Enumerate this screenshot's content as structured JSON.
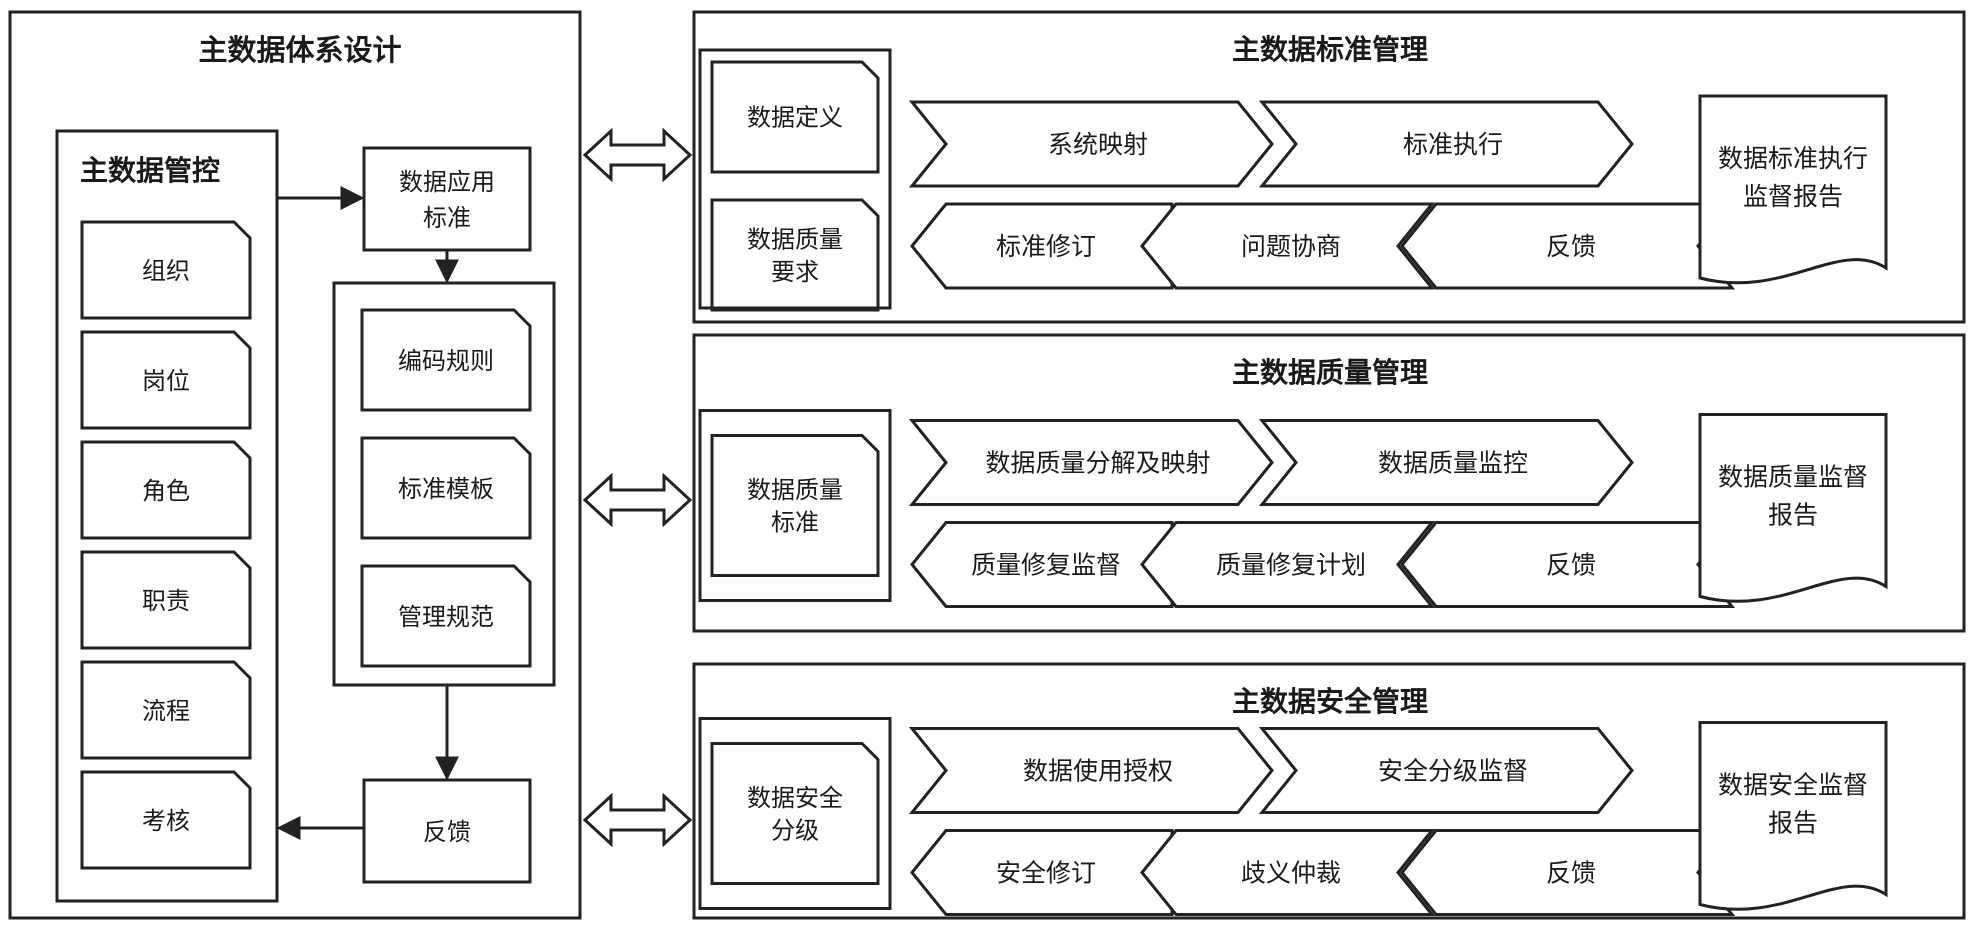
{
  "colors": {
    "stroke": "#222222",
    "background": "#ffffff",
    "text": "#1a1a1a"
  },
  "design": {
    "title": "主数据体系设计",
    "governance": {
      "title": "主数据管控",
      "items": [
        "组织",
        "岗位",
        "角色",
        "职责",
        "流程",
        "考核"
      ]
    },
    "app_standard": [
      "数据应用",
      "标准"
    ],
    "rules": [
      "编码规则",
      "标准模板",
      "管理规范"
    ],
    "feedback": "反馈"
  },
  "standard_mgmt": {
    "title": "主数据标准管理",
    "inputs": [
      [
        "数据定义"
      ],
      [
        "数据质量",
        "要求"
      ]
    ],
    "forward": [
      "系统映射",
      "标准执行"
    ],
    "backward": [
      "标准修订",
      "问题协商",
      "反馈"
    ],
    "report": [
      "数据标准执行",
      "监督报告"
    ]
  },
  "quality_mgmt": {
    "title": "主数据质量管理",
    "inputs": [
      [
        "数据质量",
        "标准"
      ]
    ],
    "forward": [
      "数据质量分解及映射",
      "数据质量监控"
    ],
    "backward": [
      "质量修复监督",
      "质量修复计划",
      "反馈"
    ],
    "report": [
      "数据质量监督",
      "报告"
    ]
  },
  "security_mgmt": {
    "title": "主数据安全管理",
    "inputs": [
      [
        "数据安全",
        "分级"
      ]
    ],
    "forward": [
      "数据使用授权",
      "安全分级监督"
    ],
    "backward": [
      "安全修订",
      "歧义仲裁",
      "反馈"
    ],
    "report": [
      "数据安全监督",
      "报告"
    ]
  }
}
